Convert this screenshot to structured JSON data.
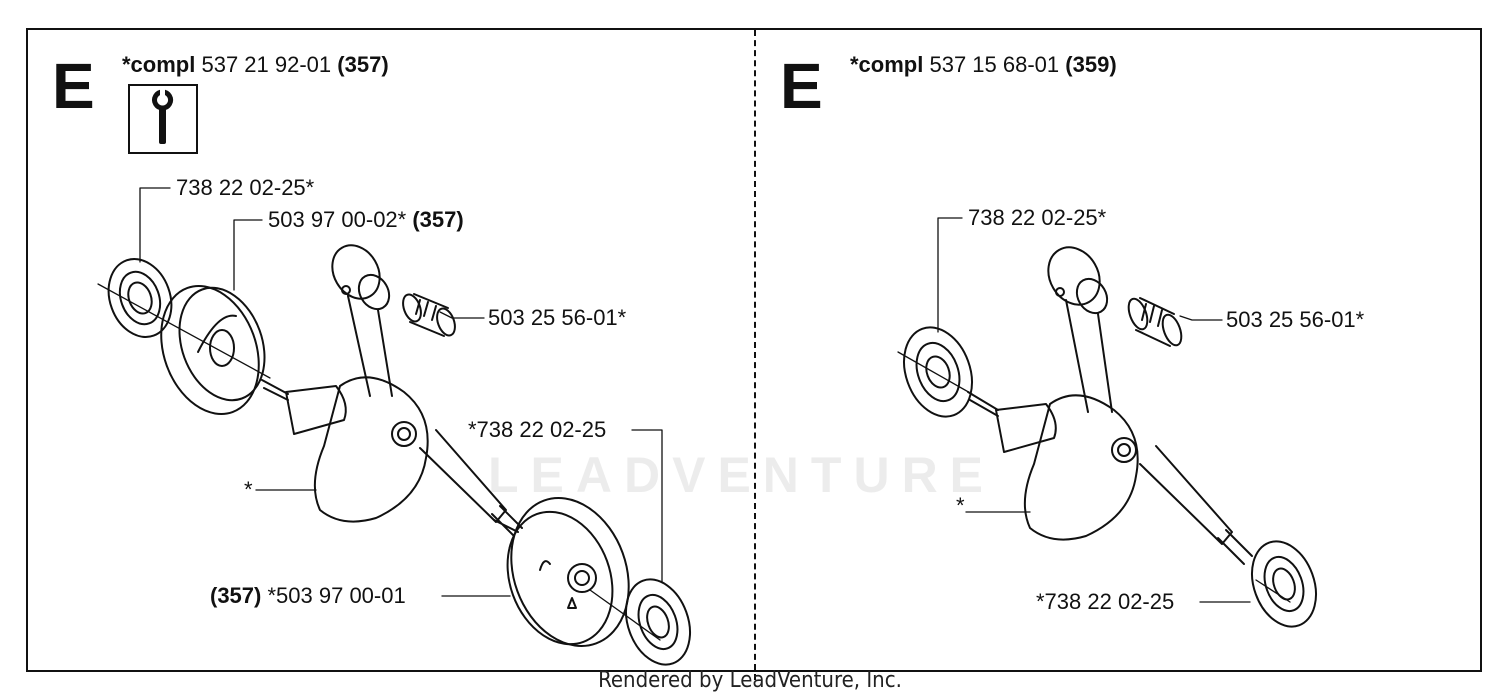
{
  "left": {
    "letter": "E",
    "kit_prefix": "*compl",
    "kit_number": "537 21 92-01",
    "kit_ref": "(357)",
    "tool_icon": "wrench-icon",
    "labels": {
      "bearing_top": "738 22 02-25*",
      "flywheel_half_number": "503 97 00-02*",
      "flywheel_half_ref": "(357)",
      "needle_bearing": "503 25 56-01*",
      "bearing_bottom": "*738 22 02-25",
      "crankshaft": "*",
      "crank_half_ref": "(357)",
      "crank_half_number": "*503 97 00-01"
    }
  },
  "right": {
    "letter": "E",
    "kit_prefix": "*compl",
    "kit_number": "537 15 68-01",
    "kit_ref": "(359)",
    "labels": {
      "bearing_top": "738 22 02-25*",
      "needle_bearing": "503 25 56-01*",
      "crankshaft": "*",
      "bearing_bottom": "*738 22 02-25"
    }
  },
  "watermark": "LEADVENTURE",
  "footer": "Rendered by LeadVenture, Inc."
}
